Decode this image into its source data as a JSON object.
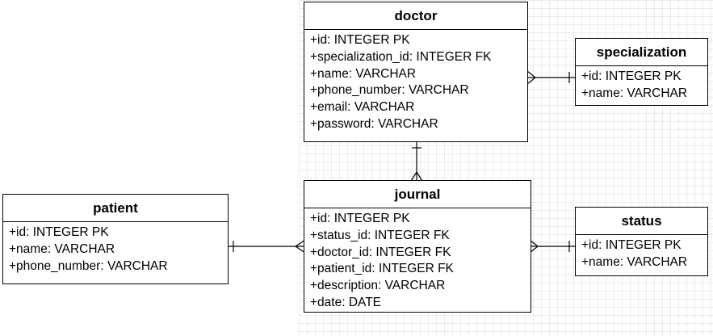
{
  "entities": {
    "doctor": {
      "title": "doctor",
      "attributes": [
        "+id: INTEGER PK",
        "+specialization_id: INTEGER FK",
        "+name: VARCHAR",
        "+phone_number: VARCHAR",
        "+email: VARCHAR",
        "+password: VARCHAR"
      ]
    },
    "specialization": {
      "title": "specialization",
      "attributes": [
        "+id: INTEGER PK",
        "+name: VARCHAR"
      ]
    },
    "patient": {
      "title": "patient",
      "attributes": [
        "+id: INTEGER PK",
        "+name: VARCHAR",
        "+phone_number: VARCHAR"
      ]
    },
    "journal": {
      "title": "journal",
      "attributes": [
        "+id: INTEGER PK",
        "+status_id: INTEGER FK",
        "+doctor_id: INTEGER FK",
        "+patient_id: INTEGER FK",
        "+description: VARCHAR",
        "+date: DATE"
      ]
    },
    "status": {
      "title": "status",
      "attributes": [
        "+id: INTEGER PK",
        "+name: VARCHAR"
      ]
    }
  },
  "relationships": [
    {
      "from": "doctor",
      "from_end": "many",
      "to": "specialization",
      "to_end": "one"
    },
    {
      "from": "doctor",
      "from_end": "one",
      "to": "journal",
      "to_end": "many"
    },
    {
      "from": "patient",
      "from_end": "one",
      "to": "journal",
      "to_end": "many"
    },
    {
      "from": "journal",
      "from_end": "many",
      "to": "status",
      "to_end": "one"
    }
  ]
}
